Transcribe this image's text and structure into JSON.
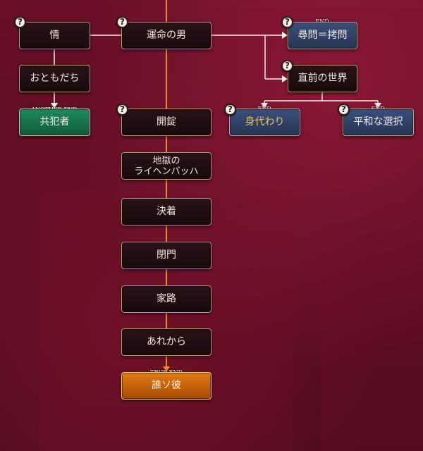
{
  "help_icon_glyph": "?",
  "nodes": {
    "jou": "情",
    "unmei": "運命の男",
    "jinmon": "尋問＝拷問",
    "otomodachi": "おともだち",
    "chokuzen": "直前の世界",
    "kyouhan": "共犯者",
    "kaijou": "開錠",
    "migawari": "身代わり",
    "heiwa": "平和な選択",
    "jigoku": "地獄の\nライヘンバッハ",
    "kecchaku": "決着",
    "heimon": "閉門",
    "kaji": "家路",
    "arekara": "あれから",
    "dareso": "誰ソ彼"
  },
  "tags": {
    "end": "END",
    "another_end": "ANOTHER END",
    "true_end": "TRUE END"
  },
  "colors": {
    "line_orange": "#f08a1c",
    "line_white": "#f4f0ea",
    "node_dark": "#1e0d11",
    "node_green": "#137049",
    "node_blue": "#2f416a",
    "node_orange": "#c9650c",
    "node_border": "#b39a72",
    "highlight_text": "#f3c64d"
  }
}
